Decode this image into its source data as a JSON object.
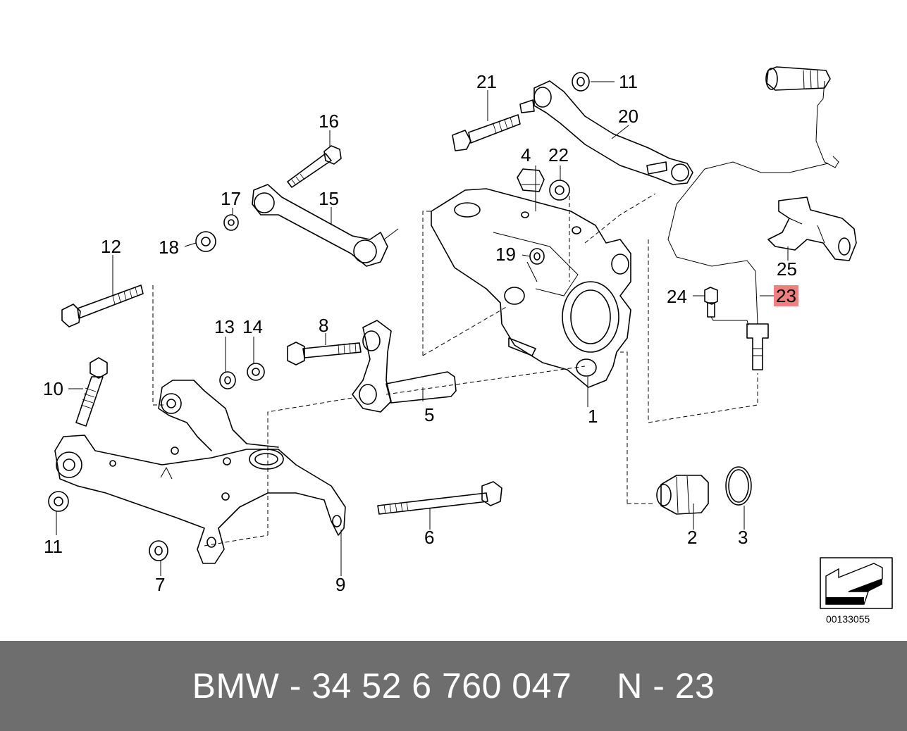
{
  "diagram": {
    "callouts": [
      {
        "id": "c1",
        "label": "1"
      },
      {
        "id": "c2",
        "label": "2"
      },
      {
        "id": "c3",
        "label": "3"
      },
      {
        "id": "c4",
        "label": "4"
      },
      {
        "id": "c5",
        "label": "5"
      },
      {
        "id": "c6",
        "label": "6"
      },
      {
        "id": "c7",
        "label": "7"
      },
      {
        "id": "c8",
        "label": "8"
      },
      {
        "id": "c9",
        "label": "9"
      },
      {
        "id": "c10",
        "label": "10"
      },
      {
        "id": "c11a",
        "label": "11"
      },
      {
        "id": "c11b",
        "label": "11"
      },
      {
        "id": "c12",
        "label": "12"
      },
      {
        "id": "c13",
        "label": "13"
      },
      {
        "id": "c14",
        "label": "14"
      },
      {
        "id": "c15",
        "label": "15"
      },
      {
        "id": "c16",
        "label": "16"
      },
      {
        "id": "c17",
        "label": "17"
      },
      {
        "id": "c18",
        "label": "18"
      },
      {
        "id": "c19",
        "label": "19"
      },
      {
        "id": "c20",
        "label": "20"
      },
      {
        "id": "c21",
        "label": "21"
      },
      {
        "id": "c22",
        "label": "22"
      },
      {
        "id": "c23",
        "label": "23",
        "highlighted": true
      },
      {
        "id": "c24",
        "label": "24"
      },
      {
        "id": "c25",
        "label": "25"
      }
    ],
    "diagram_number": "00133055",
    "highlight_color": "#ee8080"
  },
  "footer": {
    "part_number_text": "BMW - 34 52 6 760 047",
    "position_text": "N - 23",
    "background_color": "#6e6e6e",
    "text_color": "#ffffff"
  }
}
